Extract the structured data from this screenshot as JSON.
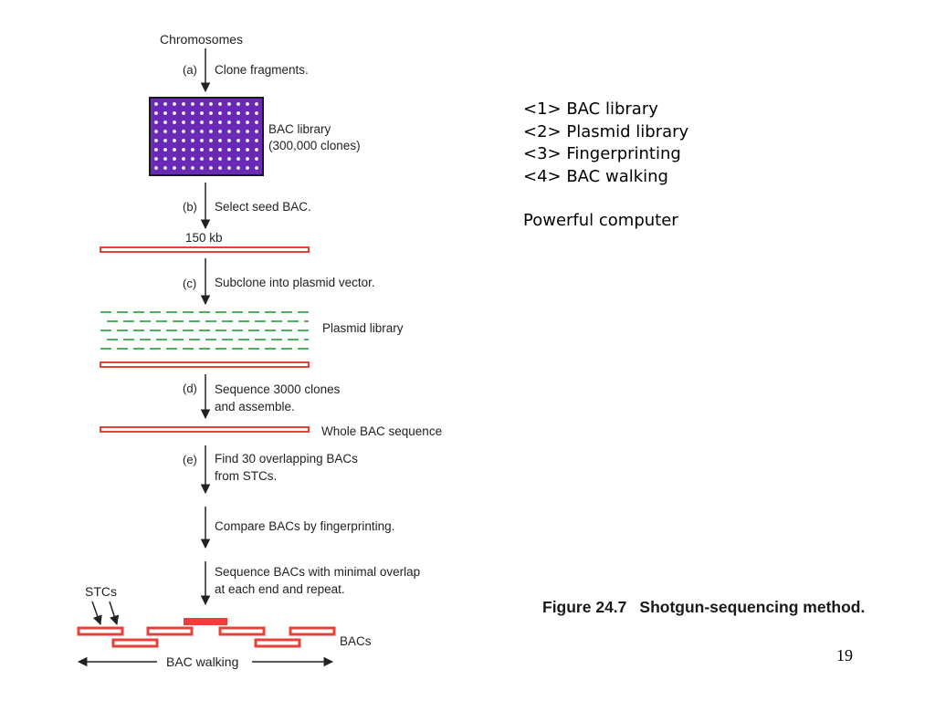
{
  "diagram": {
    "top_label": "Chromosomes",
    "steps": [
      {
        "id": "(a)",
        "text": [
          "Clone fragments."
        ]
      },
      {
        "id": "(b)",
        "text": [
          "Select seed BAC."
        ]
      },
      {
        "id": "(c)",
        "text": [
          "Subclone into plasmid vector."
        ]
      },
      {
        "id": "(d)",
        "text": [
          "Sequence 3000 clones",
          "and assemble."
        ]
      },
      {
        "id": "(e)",
        "text": [
          "Find 30 overlapping BACs",
          "from STCs."
        ]
      },
      {
        "id": "",
        "text": [
          "Compare BACs by fingerprinting."
        ]
      },
      {
        "id": "",
        "text": [
          "Sequence BACs with minimal overlap",
          "at each end and repeat."
        ]
      }
    ],
    "bac_library_label": [
      "BAC library",
      "(300,000 clones)"
    ],
    "seed_size_label": "150 kb",
    "plasmid_library_label": "Plasmid library",
    "whole_bac_label": "Whole BAC sequence",
    "stcs_label": "STCs",
    "bacs_label": "BACs",
    "bac_walking_label": "BAC walking",
    "colors": {
      "grid_fill": "#6a2ab5",
      "grid_dot": "#ffffff",
      "bar_red": "#e8413a",
      "plasmid_green": "#3aa84a",
      "arrow": "#222222"
    }
  },
  "notes": {
    "items": [
      "<1> BAC library",
      "<2> Plasmid library",
      "<3> Fingerprinting",
      "<4> BAC walking"
    ],
    "extra": "Powerful computer"
  },
  "caption": {
    "number": "Figure 24.7",
    "title": "Shotgun-sequencing method."
  },
  "page_number": "19"
}
